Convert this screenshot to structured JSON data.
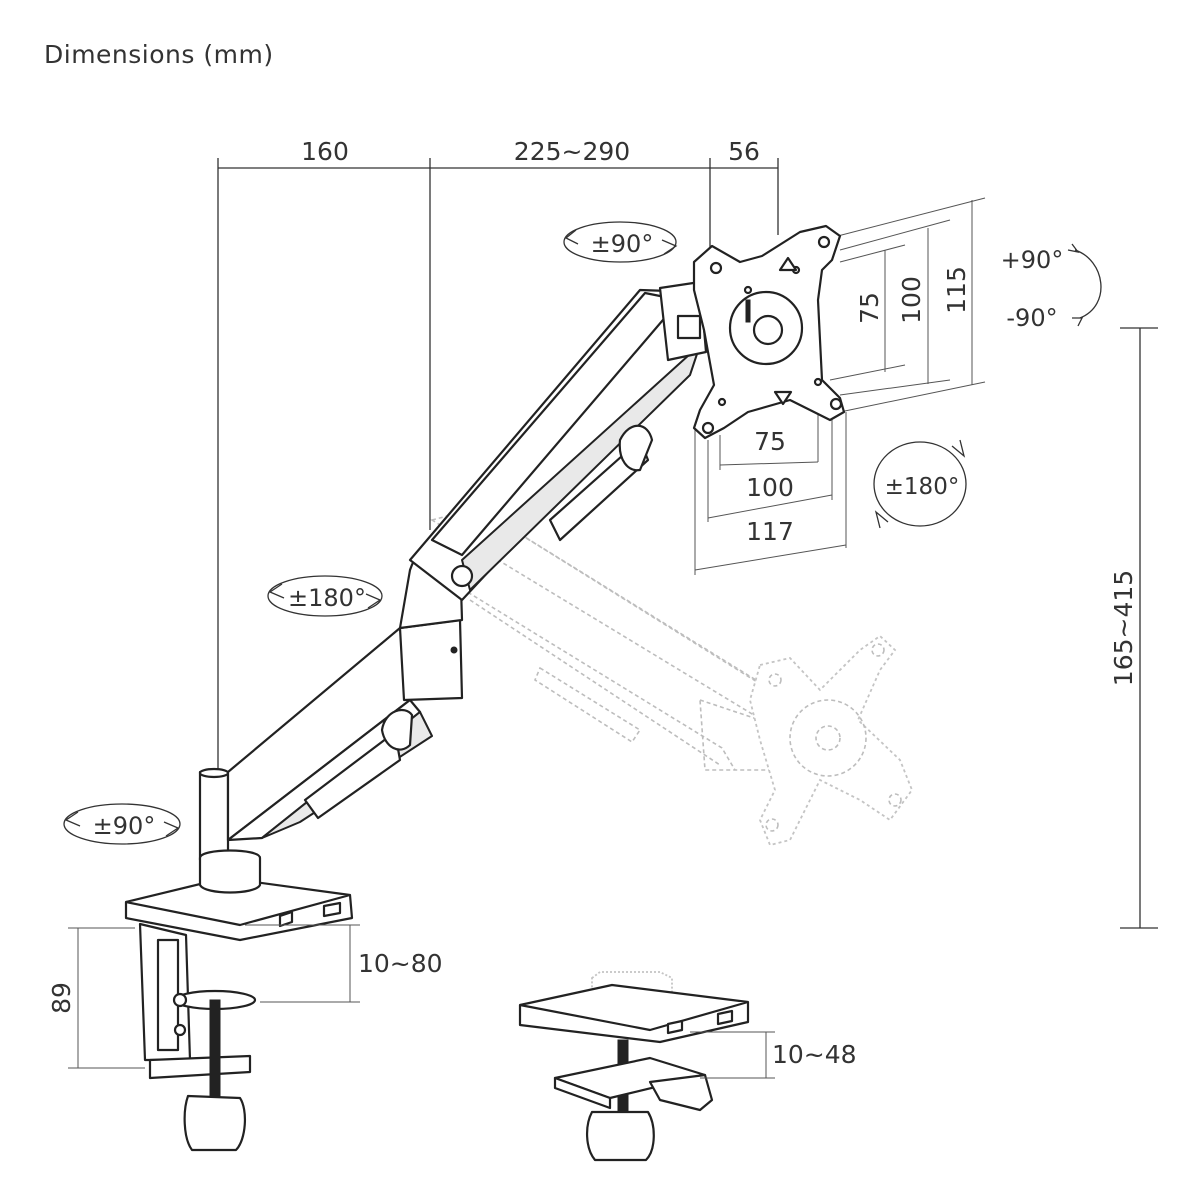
{
  "title": "Dimensions (mm)",
  "dimensions": {
    "reach_base": "160",
    "reach_arm": "225~290",
    "head_depth": "56",
    "vesa_h_75": "75",
    "vesa_h_100": "100",
    "plate_w": "117",
    "vesa_v_75": "75",
    "vesa_v_100": "100",
    "plate_h": "115",
    "height_range": "165~415",
    "clamp_height": "89",
    "clamp_range": "10~80",
    "grommet_range": "10~48"
  },
  "rotations": {
    "head_swivel": "±90°",
    "elbow": "±180°",
    "base": "±90°",
    "plate_rotate": "±180°",
    "tilt_up": "+90°",
    "tilt_down": "-90°"
  }
}
